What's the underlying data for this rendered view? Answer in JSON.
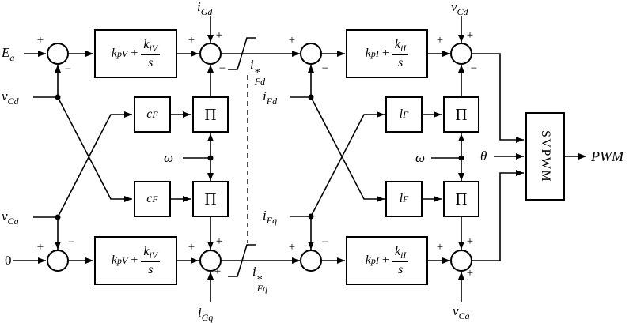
{
  "labels": {
    "ea": {
      "base": "E",
      "sub": "a"
    },
    "vcd_left": {
      "base": "v",
      "sub": "Cd"
    },
    "vcq_left": {
      "base": "v",
      "sub": "Cq"
    },
    "zero": {
      "base": "0"
    },
    "igd": {
      "base": "i",
      "sub": "Gd"
    },
    "igq": {
      "base": "i",
      "sub": "Gq"
    },
    "ifd": {
      "base": "i",
      "sub": "Fd"
    },
    "ifq": {
      "base": "i",
      "sub": "Fq"
    },
    "ifd_ref": {
      "base": "i",
      "sup": "*",
      "sub": "Fd"
    },
    "ifq_ref": {
      "base": "i",
      "sup": "*",
      "sub": "Fq"
    },
    "vcd_right": {
      "base": "v",
      "sub": "Cd"
    },
    "vcq_right": {
      "base": "v",
      "sub": "Cq"
    },
    "omega_left": "ω",
    "omega_right": "ω",
    "theta": "θ",
    "pwm": "PWM"
  },
  "blocks": {
    "pi_v": {
      "kp": "k",
      "kp_sub": "pV",
      "op": "+",
      "ki": "k",
      "ki_sub": "iV",
      "den": "s"
    },
    "pi_i": {
      "kp": "k",
      "kp_sub": "pI",
      "op": "+",
      "ki": "k",
      "ki_sub": "iI",
      "den": "s"
    },
    "cf": {
      "base": "c",
      "sub": "F"
    },
    "lf": {
      "base": "l",
      "sub": "F"
    },
    "mult": "Π",
    "svpwm": "SVPWM"
  },
  "sums": {
    "s1": {
      "left": "+",
      "bottom": "−"
    },
    "s2": {
      "left": "+",
      "top": "+",
      "bottom": "−"
    },
    "s3": {
      "left": "+",
      "bottom": "−"
    },
    "s4": {
      "left": "+",
      "top": "+",
      "bottom": "−"
    },
    "s5": {
      "left": "+",
      "top": "−"
    },
    "s6": {
      "left": "+",
      "top": "+",
      "bottom": "+"
    },
    "s7": {
      "left": "+",
      "top": "−"
    },
    "s8": {
      "left": "+",
      "top": "+",
      "bottom": "+"
    }
  },
  "colors": {
    "line": "#000000",
    "background": "#ffffff"
  }
}
